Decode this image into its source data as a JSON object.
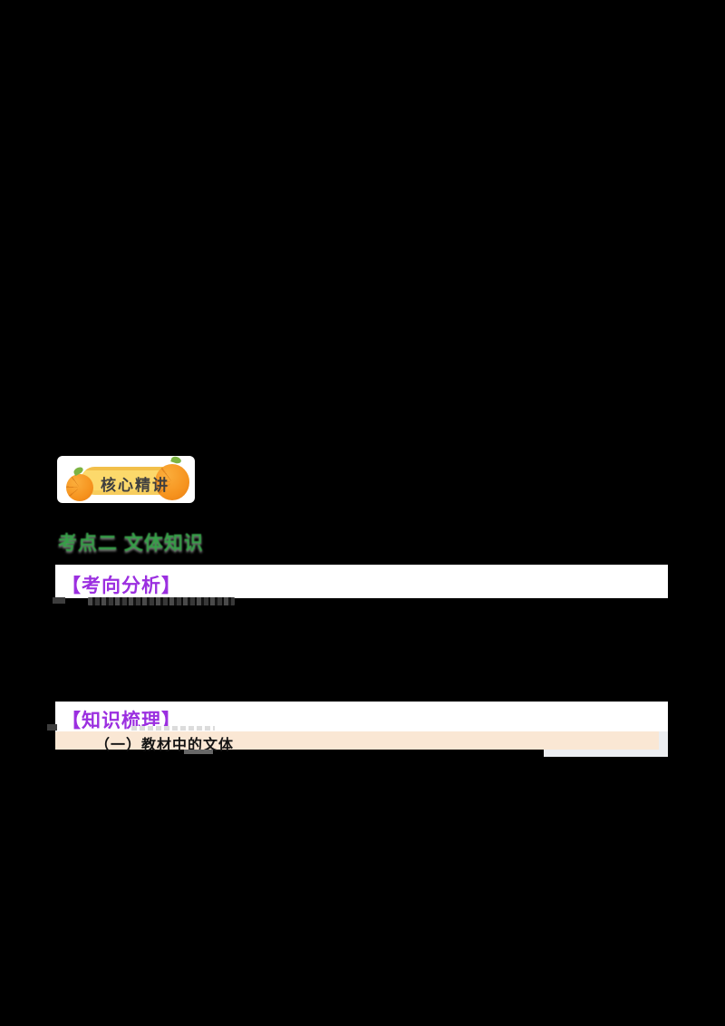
{
  "page": {
    "background_color": "#000000"
  },
  "badge": {
    "label": "核心精讲",
    "card_color": "#FFFFFF",
    "pill_color": "#FCD96B",
    "pill_edge_color": "#F2BF49",
    "orange_color": "#F6931E",
    "leaf_color": "#7CB342",
    "text_color": "#3F3F3F",
    "icons": [
      "orange-fruit-icon-left",
      "orange-fruit-icon-right"
    ]
  },
  "section_heading": {
    "text": "考点二 文体知识",
    "color": "#35A047"
  },
  "bands": {
    "kaoxiang": {
      "label": "【考向分析】",
      "text_color": "#9B2FE0",
      "background_color": "#FFFFFF"
    },
    "zhishi": {
      "label": "【知识梳理】",
      "text_color": "#9B2FE0",
      "background_color": "#FFFFFF"
    }
  },
  "subsection": {
    "label": "（一）教材中的文体",
    "background_color": "#FAE7D4",
    "text_color": "#141414",
    "edge_color": "#ECEEF1"
  }
}
